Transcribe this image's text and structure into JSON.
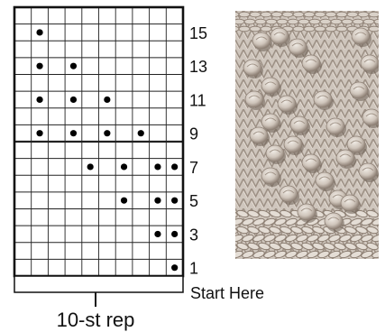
{
  "chart": {
    "columns": 10,
    "rows": 16,
    "row_numbers": [
      "1",
      "3",
      "5",
      "7",
      "9",
      "11",
      "13",
      "15"
    ],
    "bobble_rows": [
      {
        "row": 1,
        "cols": [
          10
        ]
      },
      {
        "row": 3,
        "cols": [
          9,
          10
        ]
      },
      {
        "row": 5,
        "cols": [
          7,
          9,
          10
        ]
      },
      {
        "row": 7,
        "cols": [
          5,
          7,
          9,
          10
        ]
      },
      {
        "row": 9,
        "cols": [
          2,
          4,
          6,
          8
        ]
      },
      {
        "row": 11,
        "cols": [
          2,
          4,
          6
        ]
      },
      {
        "row": 13,
        "cols": [
          2,
          4
        ]
      },
      {
        "row": 15,
        "cols": [
          2
        ]
      }
    ],
    "start_label": "Start Here",
    "repeat_label": "10-st rep"
  },
  "photo": {
    "description_name": "knit-bobble-swatch",
    "base_color": "#c9bfb5",
    "shadow_color": "#7d6f64",
    "highlight_color": "#e8e2db"
  }
}
